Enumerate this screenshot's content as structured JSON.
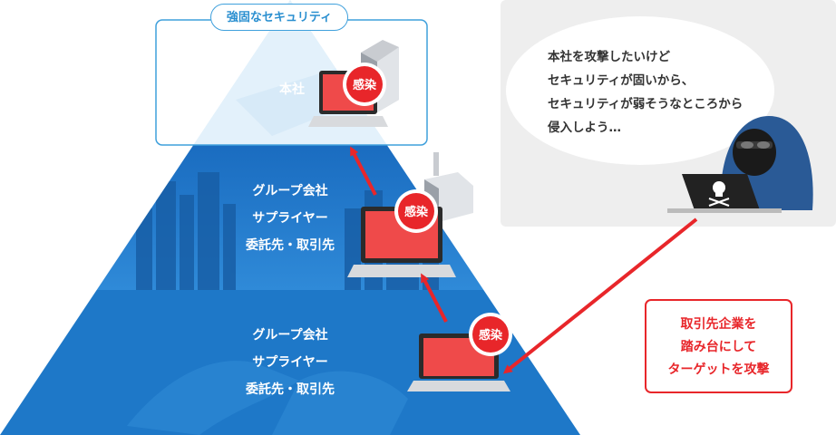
{
  "pyramid": {
    "secure_label": "強固なセキュリティ",
    "top_label": "本社",
    "middle_lines": [
      "グループ会社",
      "サプライヤー",
      "委託先・取引先"
    ],
    "bottom_lines": [
      "グループ会社",
      "サプライヤー",
      "委託先・取引先"
    ]
  },
  "infection_badge": "感染",
  "speech_lines": [
    "本社を攻撃したいけど",
    "セキュリティが固いから、",
    "セキュリティが弱そうなところから",
    "侵入しよう…"
  ],
  "callout_lines": [
    "取引先企業を",
    "踏み台にして",
    "ターゲットを攻撃"
  ],
  "colors": {
    "accent_red": "#e8262a",
    "pyramid_blue": "#1e78c8",
    "pill_blue": "#3fa0dc"
  },
  "icons": [
    "hacker-icon",
    "skull-icon",
    "laptop-icon",
    "office-building-icon",
    "factory-icon"
  ]
}
